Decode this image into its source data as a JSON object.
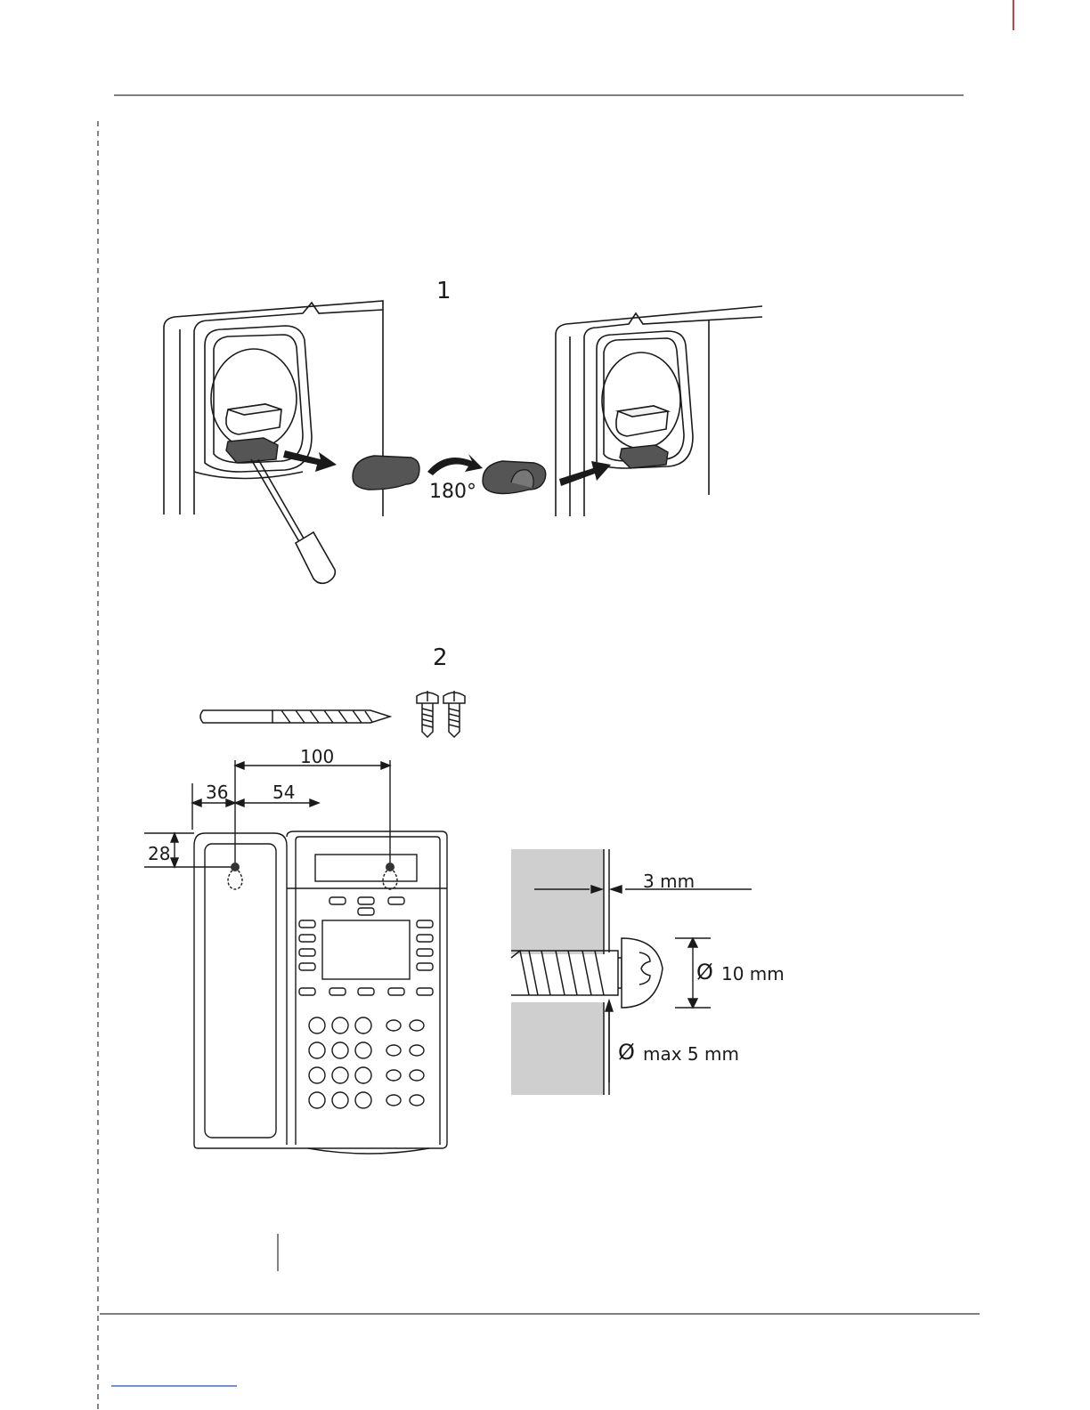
{
  "figures": {
    "step1": {
      "number": "1",
      "rotation_label": "180°"
    },
    "step2": {
      "number": "2",
      "dim_100": "100",
      "dim_36": "36",
      "dim_54": "54",
      "dim_28": "28",
      "dim_3mm": "3 mm",
      "dim_10mm": "10 mm",
      "dim_max5mm": "max 5 mm",
      "diameter_symbol": "Ø"
    }
  },
  "colors": {
    "line": "#1a1a1a",
    "wall_gray": "#cfcfcf",
    "clip_dark": "#555555",
    "accent_red": "#c00000",
    "link_blue": "#1f4fbf"
  }
}
